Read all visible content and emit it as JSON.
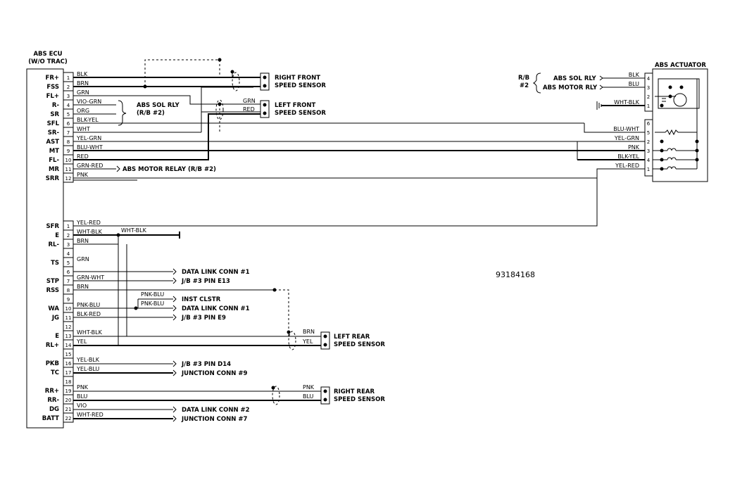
{
  "ecu": {
    "title": "ABS ECU",
    "subtitle": "(W/O TRAC)",
    "connector_a": [
      {
        "pin": "1",
        "name": "FR+",
        "wire": "BLK"
      },
      {
        "pin": "2",
        "name": "FSS",
        "wire": "BRN"
      },
      {
        "pin": "3",
        "name": "FL+",
        "wire": "GRN"
      },
      {
        "pin": "4",
        "name": "R-",
        "wire": "VIO-GRN"
      },
      {
        "pin": "5",
        "name": "SR",
        "wire": "ORG"
      },
      {
        "pin": "6",
        "name": "SFL",
        "wire": "BLK-YEL"
      },
      {
        "pin": "7",
        "name": "SR-",
        "wire": "WHT"
      },
      {
        "pin": "8",
        "name": "AST",
        "wire": "YEL-GRN"
      },
      {
        "pin": "9",
        "name": "MT",
        "wire": "BLU-WHT"
      },
      {
        "pin": "10",
        "name": "FL-",
        "wire": "RED"
      },
      {
        "pin": "11",
        "name": "MR",
        "wire": "GRN-RED"
      },
      {
        "pin": "12",
        "name": "SRR",
        "wire": "PNK"
      }
    ],
    "connector_b": [
      {
        "pin": "1",
        "name": "SFR",
        "wire": "YEL-RED"
      },
      {
        "pin": "2",
        "name": "E",
        "wire": "WHT-BLK"
      },
      {
        "pin": "3",
        "name": "RL-",
        "wire": "BRN"
      },
      {
        "pin": "4",
        "name": "",
        "wire": ""
      },
      {
        "pin": "5",
        "name": "TS",
        "wire": "GRN"
      },
      {
        "pin": "6",
        "name": "",
        "wire": ""
      },
      {
        "pin": "7",
        "name": "STP",
        "wire": "GRN-WHT"
      },
      {
        "pin": "8",
        "name": "RSS",
        "wire": "BRN"
      },
      {
        "pin": "9",
        "name": "",
        "wire": ""
      },
      {
        "pin": "10",
        "name": "WA",
        "wire": "PNK-BLU"
      },
      {
        "pin": "11",
        "name": "JG",
        "wire": "BLK-RED"
      },
      {
        "pin": "12",
        "name": "",
        "wire": ""
      },
      {
        "pin": "13",
        "name": "E",
        "wire": "WHT-BLK"
      },
      {
        "pin": "14",
        "name": "RL+",
        "wire": "YEL"
      },
      {
        "pin": "15",
        "name": "",
        "wire": ""
      },
      {
        "pin": "16",
        "name": "PKB",
        "wire": "YEL-BLK"
      },
      {
        "pin": "17",
        "name": "TC",
        "wire": "YEL-BLU"
      },
      {
        "pin": "18",
        "name": "",
        "wire": ""
      },
      {
        "pin": "19",
        "name": "RR+",
        "wire": "PNK"
      },
      {
        "pin": "20",
        "name": "RR-",
        "wire": "BLU"
      },
      {
        "pin": "21",
        "name": "DG",
        "wire": "VIO"
      },
      {
        "pin": "22",
        "name": "BATT",
        "wire": "WHT-RED"
      }
    ]
  },
  "sensors": {
    "right_front": {
      "line1": "RIGHT FRONT",
      "line2": "SPEED SENSOR"
    },
    "left_front": {
      "line1": "LEFT FRONT",
      "line2": "SPEED SENSOR",
      "wire_top": "GRN",
      "wire_bottom": "RED"
    },
    "left_rear": {
      "line1": "LEFT REAR",
      "line2": "SPEED SENSOR",
      "wire_top": "BRN",
      "wire_bottom": "YEL"
    },
    "right_rear": {
      "line1": "RIGHT REAR",
      "line2": "SPEED SENSOR",
      "wire_top": "PNK",
      "wire_bottom": "BLU"
    }
  },
  "relays": {
    "sol_relay_ecu": "ABS SOL RLY",
    "sol_relay_ecu_ref": "(R/B #2)",
    "motor_relay_ecu": "ABS MOTOR RELAY (R/B #2)",
    "rb_label": "R/B",
    "rb_num": "#2",
    "sol_rly": "ABS SOL RLY",
    "motor_rly": "ABS MOTOR RLY"
  },
  "actuator": {
    "title": "ABS ACTUATOR",
    "upper_pins": [
      {
        "pin": "4",
        "wire": "BLK"
      },
      {
        "pin": "3",
        "wire": "BLU"
      },
      {
        "pin": "2",
        "wire": ""
      },
      {
        "pin": "1",
        "wire": "WHT-BLK"
      }
    ],
    "lower_pins": [
      {
        "pin": "6",
        "wire": ""
      },
      {
        "pin": "5",
        "wire": "BLU-WHT"
      },
      {
        "pin": "2",
        "wire": "YEL-GRN"
      },
      {
        "pin": "3",
        "wire": "PNK"
      },
      {
        "pin": "4",
        "wire": "BLK-YEL"
      },
      {
        "pin": "1",
        "wire": "YEL-RED"
      }
    ]
  },
  "destinations": {
    "e_label": "WHT-BLK",
    "dest_b5": "DATA LINK CONN #1",
    "dest_b7": "J/B #3 PIN E13",
    "splice_upper": "PNK-BLU",
    "splice_lower": "PNK-BLU",
    "dest_inst": "INST CLSTR",
    "dest_b10": "DATA LINK CONN #1",
    "dest_b11": "J/B #3 PIN E9",
    "dest_b16": "J/B #3 PIN D14",
    "dest_b17": "JUNCTION CONN #9",
    "dest_b21": "DATA LINK CONN #2",
    "dest_b22": "JUNCTION CONN #7"
  },
  "figure_id": "93184168"
}
